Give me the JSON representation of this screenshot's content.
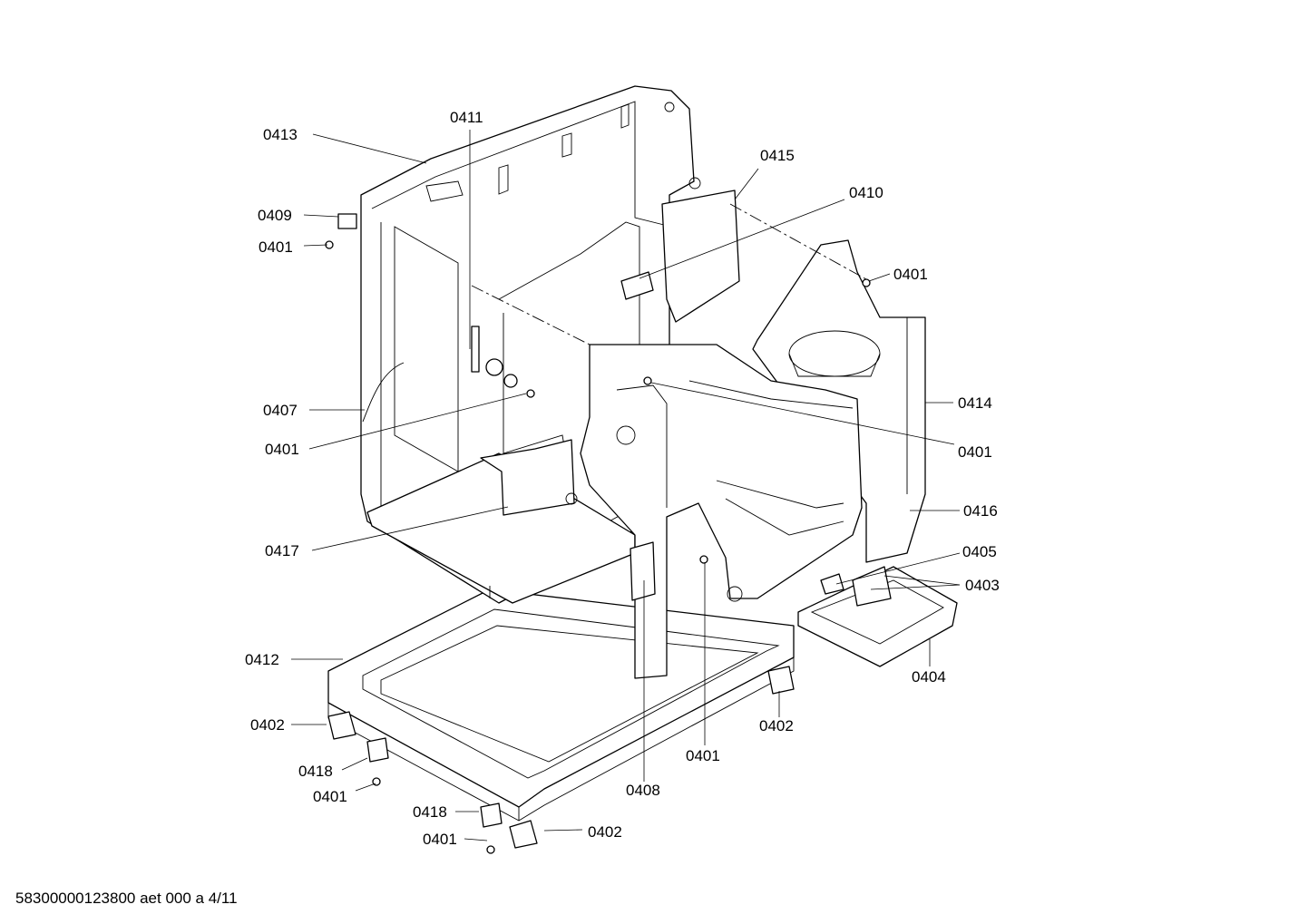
{
  "callouts": [
    {
      "id": "c-0413",
      "text": "0413"
    },
    {
      "id": "c-0411",
      "text": "0411"
    },
    {
      "id": "c-0415",
      "text": "0415"
    },
    {
      "id": "c-0410",
      "text": "0410"
    },
    {
      "id": "c-0409",
      "text": "0409"
    },
    {
      "id": "c-0401-a",
      "text": "0401"
    },
    {
      "id": "c-0401-b",
      "text": "0401"
    },
    {
      "id": "c-0407",
      "text": "0407"
    },
    {
      "id": "c-0414",
      "text": "0414"
    },
    {
      "id": "c-0401-c",
      "text": "0401"
    },
    {
      "id": "c-0401-d",
      "text": "0401"
    },
    {
      "id": "c-0416",
      "text": "0416"
    },
    {
      "id": "c-0417",
      "text": "0417"
    },
    {
      "id": "c-0405",
      "text": "0405"
    },
    {
      "id": "c-0403",
      "text": "0403"
    },
    {
      "id": "c-0412",
      "text": "0412"
    },
    {
      "id": "c-0404",
      "text": "0404"
    },
    {
      "id": "c-0402-a",
      "text": "0402"
    },
    {
      "id": "c-0402-b",
      "text": "0402"
    },
    {
      "id": "c-0401-e",
      "text": "0401"
    },
    {
      "id": "c-0418-a",
      "text": "0418"
    },
    {
      "id": "c-0408",
      "text": "0408"
    },
    {
      "id": "c-0401-f",
      "text": "0401"
    },
    {
      "id": "c-0418-b",
      "text": "0418"
    },
    {
      "id": "c-0402-c",
      "text": "0402"
    },
    {
      "id": "c-0401-g",
      "text": "0401"
    }
  ],
  "footer": {
    "code": "58300000123800 aet 000 a 4/11"
  }
}
